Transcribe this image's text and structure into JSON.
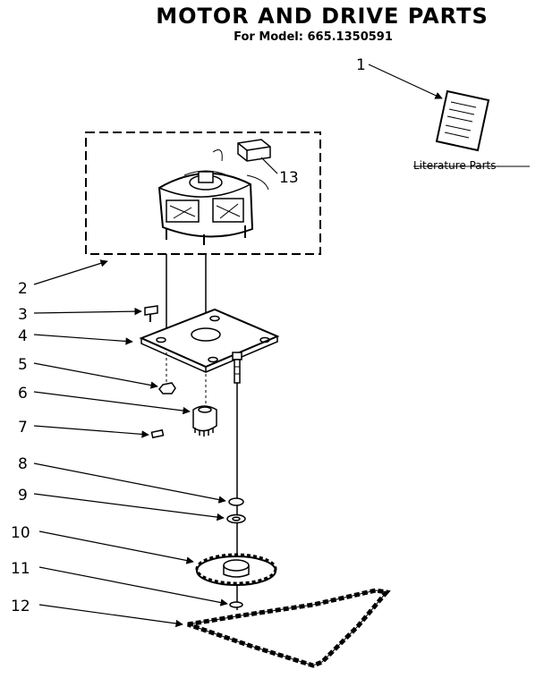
{
  "title": "MOTOR AND DRIVE PARTS",
  "subtitle": "For Model: 665.1350591",
  "literature_label": "Literature Parts",
  "callouts": [
    "1",
    "2",
    "3",
    "4",
    "5",
    "6",
    "7",
    "8",
    "9",
    "10",
    "11",
    "12",
    "13"
  ],
  "colors": {
    "ink": "#000000",
    "paper": "#ffffff"
  }
}
